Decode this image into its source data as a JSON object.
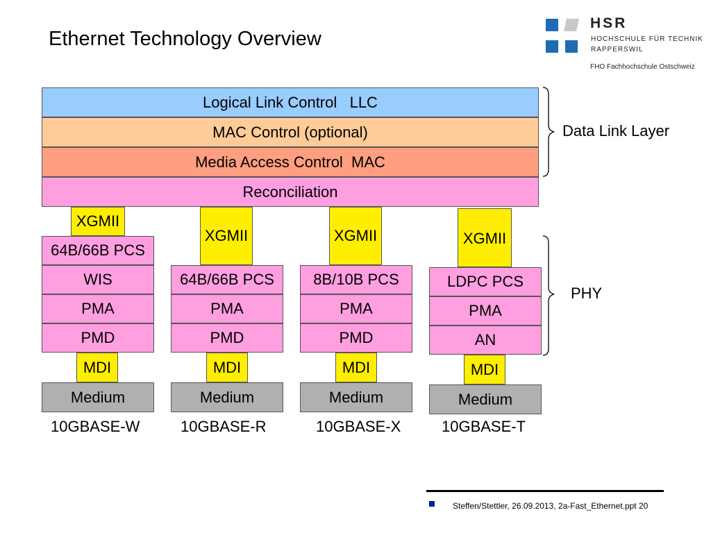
{
  "slide": {
    "title": "Ethernet Technology Overview"
  },
  "logo": {
    "name": "HSR",
    "line1": "HOCHSCHULE FÜR TECHNIK",
    "line2": "RAPPERSWIL",
    "line3": "FHO Fachhochschule Ostschweiz",
    "colors": {
      "blue": "#1f6bb5",
      "gray": "#c8c8c8"
    }
  },
  "diagram": {
    "top_layers": {
      "llc": "Logical Link Control   LLC",
      "mac_control": "MAC Control (optional)",
      "mac": "Media Access Control  MAC",
      "reconciliation": "Reconciliation"
    },
    "brackets": {
      "data_link": "Data Link Layer",
      "phy": "PHY"
    },
    "stacks": [
      {
        "interface": "XGMII",
        "layers": [
          "64B/66B PCS",
          "WIS",
          "PMA",
          "PMD"
        ],
        "mdi": "MDI",
        "medium": "Medium",
        "name": "10GBASE-W"
      },
      {
        "interface": "XGMII",
        "layers": [
          "64B/66B PCS",
          "PMA",
          "PMD"
        ],
        "mdi": "MDI",
        "medium": "Medium",
        "name": "10GBASE-R"
      },
      {
        "interface": "XGMII",
        "layers": [
          "8B/10B PCS",
          "PMA",
          "PMD"
        ],
        "mdi": "MDI",
        "medium": "Medium",
        "name": "10GBASE-X"
      },
      {
        "interface": "XGMII",
        "layers": [
          "LDPC PCS",
          "PMA",
          "AN"
        ],
        "mdi": "MDI",
        "medium": "Medium",
        "name": "10GBASE-T"
      }
    ],
    "colors": {
      "llc": "#99ccff",
      "mac_control": "#ffcc99",
      "mac": "#ff9f7f",
      "sublayer": "#ff9fe0",
      "interface": "#ffee00",
      "medium": "#b0b0b0"
    }
  },
  "footer": {
    "text": "Steffen/Stettler, 26.09.2013, 2a-Fast_Ethernet.ppt 20"
  }
}
